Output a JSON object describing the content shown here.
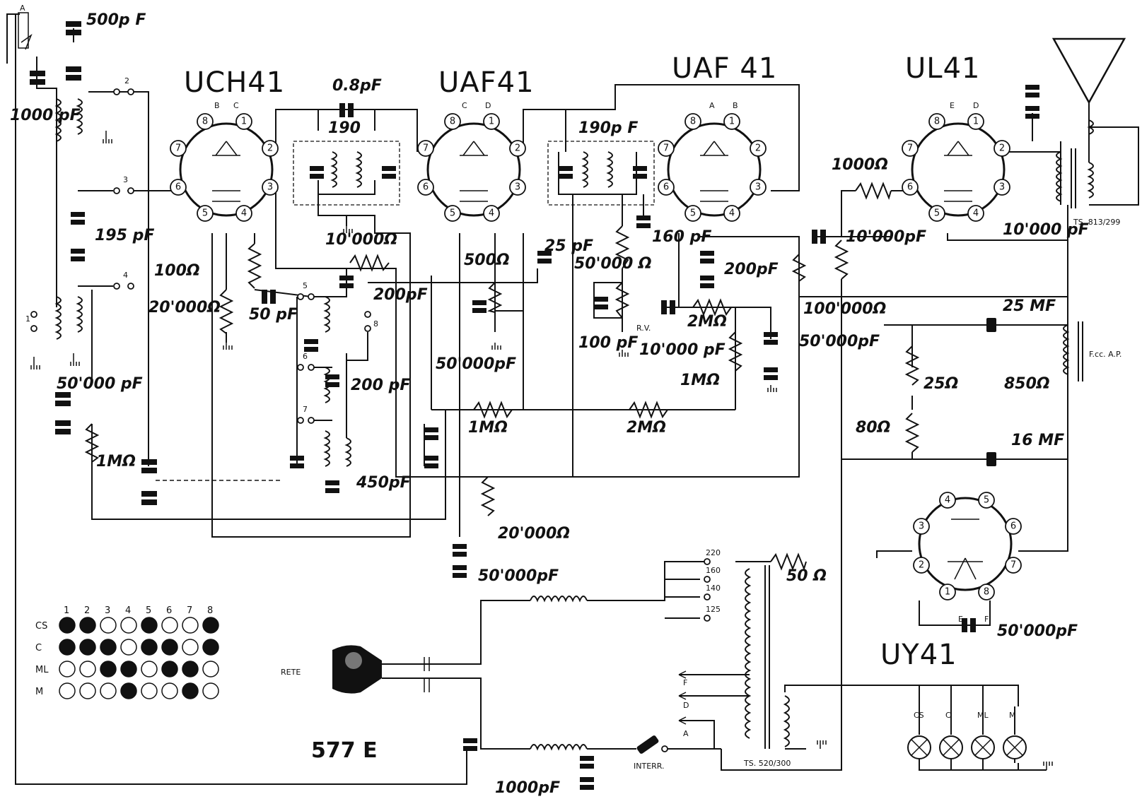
{
  "model": "577 E",
  "tubes": [
    {
      "id": "uch41",
      "label": "UCH41",
      "pins_top": [
        "B",
        "C"
      ]
    },
    {
      "id": "uaf41a",
      "label": "UAF41",
      "pins_top": [
        "C",
        "D"
      ]
    },
    {
      "id": "uaf41b",
      "label": "UAF 41",
      "pins_top": [
        "A",
        "B"
      ]
    },
    {
      "id": "ul41",
      "label": "UL41",
      "pins_top": [
        "E",
        "D"
      ]
    },
    {
      "id": "uy41",
      "label": "UY41",
      "pins_bottom": [
        "E",
        "F"
      ]
    }
  ],
  "pins": [
    "1",
    "2",
    "3",
    "4",
    "5",
    "6",
    "7",
    "8"
  ],
  "labels": {
    "c_500": "500p F",
    "c_1000_ant": "1000 pF",
    "c_195": "195 pF",
    "c_08": "0.8pF",
    "c_190a": "190",
    "c_190b": "190p F",
    "r_100": "100Ω",
    "r_20000": "20'000Ω",
    "c_50": "50 pF",
    "r_10000": "10'000Ω",
    "c_200a": "200pF",
    "c_200b": "200 pF",
    "c_450": "450pF",
    "r_500": "500Ω",
    "c_50000a": "50'000pF",
    "c_50000b": "50'000 pF",
    "r_1m_a": "1MΩ",
    "r_1m_b": "1MΩ",
    "r_2m_a": "2MΩ",
    "r_2m_b": "2MΩ",
    "r_1m_c": "1MΩ",
    "r_20000b": "20'000Ω",
    "c_50000c": "50'000pF",
    "c_25": "25 pF",
    "r_50000": "50'000 Ω",
    "c_100": "100 pF",
    "rv": "R.V.",
    "c_10000a": "10'000 pF",
    "c_160": "160 pF",
    "c_200pf1": "200pF",
    "r_1000": "1000Ω",
    "c_10000b": "10'000pF",
    "c_10000c": "10'000 pF",
    "ts_out": "TS. 813/299",
    "r_100000": "100'000Ω",
    "c_50000d": "50'000pF",
    "c_25mf": "25 MF",
    "c_16mf": "16 MF",
    "r_25": "25Ω",
    "r_850": "850Ω",
    "r_80": "80Ω",
    "fcc": "F.cc. A.P.",
    "r_50": "50 Ω",
    "c_50000e": "50'000pF",
    "c_1000_mains": "1000pF",
    "rete": "RETE",
    "interr": "INTERR.",
    "ts_power": "TS. 520/300",
    "volt_220": "220",
    "volt_160": "160",
    "volt_140": "140",
    "volt_125": "125",
    "tap_f": "F",
    "tap_d": "D",
    "tap_a": "A",
    "ant_a": "A",
    "sw2": "2",
    "sw3": "3",
    "sw4": "4",
    "sw1": "1",
    "sw5": "5",
    "sw6": "6",
    "sw7": "7",
    "sw8": "8"
  },
  "lamps": [
    "CS",
    "C",
    "ML",
    "M"
  ],
  "switch_table": {
    "columns": [
      "1",
      "2",
      "3",
      "4",
      "5",
      "6",
      "7",
      "8"
    ],
    "rows": [
      {
        "name": "CS",
        "on": [
          true,
          true,
          false,
          false,
          true,
          false,
          false,
          true
        ]
      },
      {
        "name": "C",
        "on": [
          true,
          true,
          true,
          false,
          true,
          true,
          false,
          true
        ]
      },
      {
        "name": "ML",
        "on": [
          false,
          false,
          true,
          true,
          false,
          true,
          true,
          false
        ]
      },
      {
        "name": "M",
        "on": [
          false,
          false,
          false,
          true,
          false,
          false,
          true,
          false
        ]
      }
    ]
  }
}
